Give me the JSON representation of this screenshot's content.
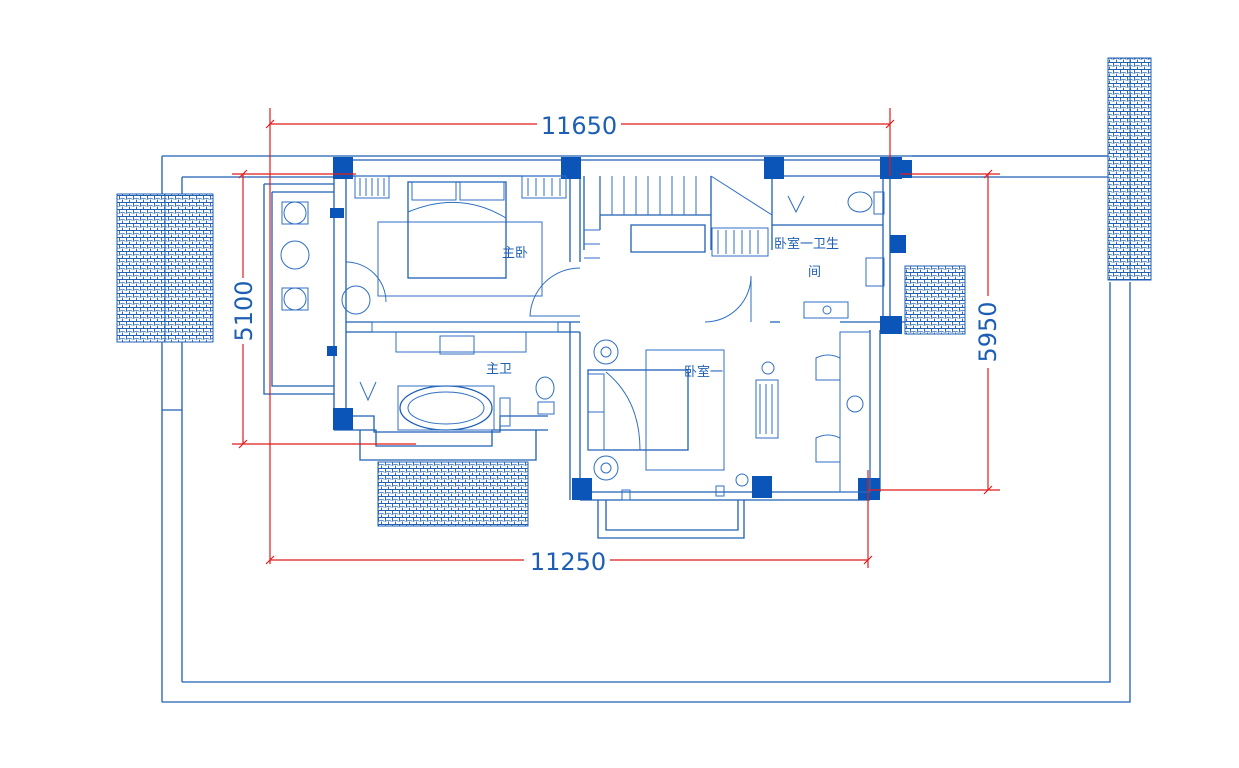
{
  "dimensions": {
    "top_width": "11650",
    "bottom_width": "11250",
    "left_depth": "5100",
    "right_depth": "5950"
  },
  "rooms": {
    "master_bedroom": "主卧",
    "master_bath": "主卫",
    "bedroom_one": "卧室一",
    "bedroom_one_bath_line1": "卧室一卫生",
    "bedroom_one_bath_line2": "间"
  },
  "colors": {
    "walls": "#1e5fb4",
    "columns": "#0b55b8",
    "dimension_lines": "#e21b1b"
  }
}
